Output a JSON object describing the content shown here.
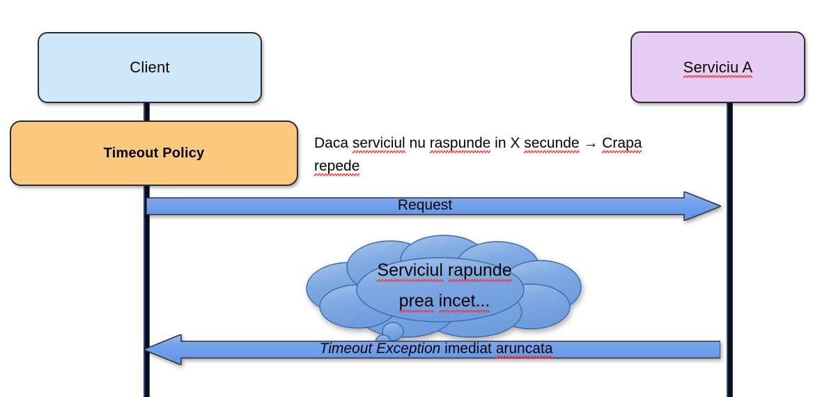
{
  "diagram": {
    "title": "Timeout Policy sequence diagram",
    "participants": [
      {
        "id": "client",
        "label": "Client",
        "fill": "#cee7f9"
      },
      {
        "id": "service",
        "label": "Serviciu A",
        "fill": "#e7cdf4",
        "misspelled": "Serviciu"
      }
    ],
    "policy_box": {
      "label": "Timeout Policy",
      "fill": "#fbc97e"
    },
    "note": {
      "line1_a": "Daca ",
      "line1_b": "serviciul",
      "line1_c": " nu ",
      "line1_d": "raspunde",
      "line1_e": " in X ",
      "line1_f": "secunde",
      "line1_g": " → ",
      "line1_h": "Crapa",
      "line2": "repede"
    },
    "messages": [
      {
        "id": "request",
        "label": "Request",
        "direction": "right",
        "from": "client",
        "to": "service",
        "fill": "#6d9eeb"
      },
      {
        "id": "timeout-exception",
        "label_italic": "Timeout Exception",
        "label_rest": " imediat ",
        "label_rest2": "aruncata",
        "direction": "left",
        "from": "service",
        "to": "client",
        "fill": "#6d9eeb"
      }
    ],
    "cloud": {
      "line1_a": "Serviciul",
      "line1_b": " ",
      "line1_c": "rapunde",
      "line2_a": "prea",
      "line2_b": " ",
      "line2_c": "incet...",
      "fill": "#7aa7e0"
    },
    "colors": {
      "client_fill": "#cee7f9",
      "service_fill": "#e7cdf4",
      "policy_fill": "#fbc97e",
      "arrow_fill": "#6d9eeb",
      "cloud_fill": "#7aa7e0",
      "lifeline": "#0d0d0d",
      "lifeline_edge": "#1f4e9c",
      "border": "#2b2b33",
      "spellcheck": "#ff2d2d",
      "text": "#000000"
    }
  }
}
